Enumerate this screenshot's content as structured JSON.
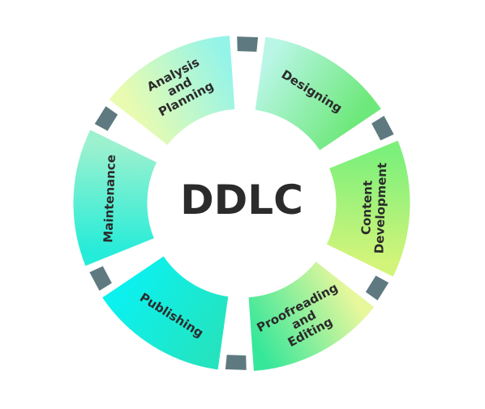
{
  "center_label": "DDLC",
  "stages": [
    {
      "id": "designing",
      "lines": [
        "Designing"
      ],
      "grad_start": "#b9f6e6",
      "grad_end": "#6de87a"
    },
    {
      "id": "content-development",
      "lines": [
        "Content",
        "Development"
      ],
      "grad_start": "#7df07b",
      "grad_end": "#d2f47a"
    },
    {
      "id": "proofreading-and-editing",
      "lines": [
        "Proofreading",
        "and",
        "Editing"
      ],
      "grad_start": "#e6f79c",
      "grad_end": "#36e79a"
    },
    {
      "id": "publishing",
      "lines": [
        "Publishing"
      ],
      "grad_start": "#24e4c0",
      "grad_end": "#0cf0ee"
    },
    {
      "id": "maintenance",
      "lines": [
        "Maintenance"
      ],
      "grad_start": "#25ecd8",
      "grad_end": "#9cf1cf"
    },
    {
      "id": "analysis-and-planning",
      "lines": [
        "Analysis",
        "and",
        "Planning"
      ],
      "grad_start": "#e8fbb0",
      "grad_end": "#95f4e8"
    }
  ],
  "colors": {
    "connector": "#5e7a80",
    "text": "#2b2b2b",
    "background": "#ffffff"
  }
}
